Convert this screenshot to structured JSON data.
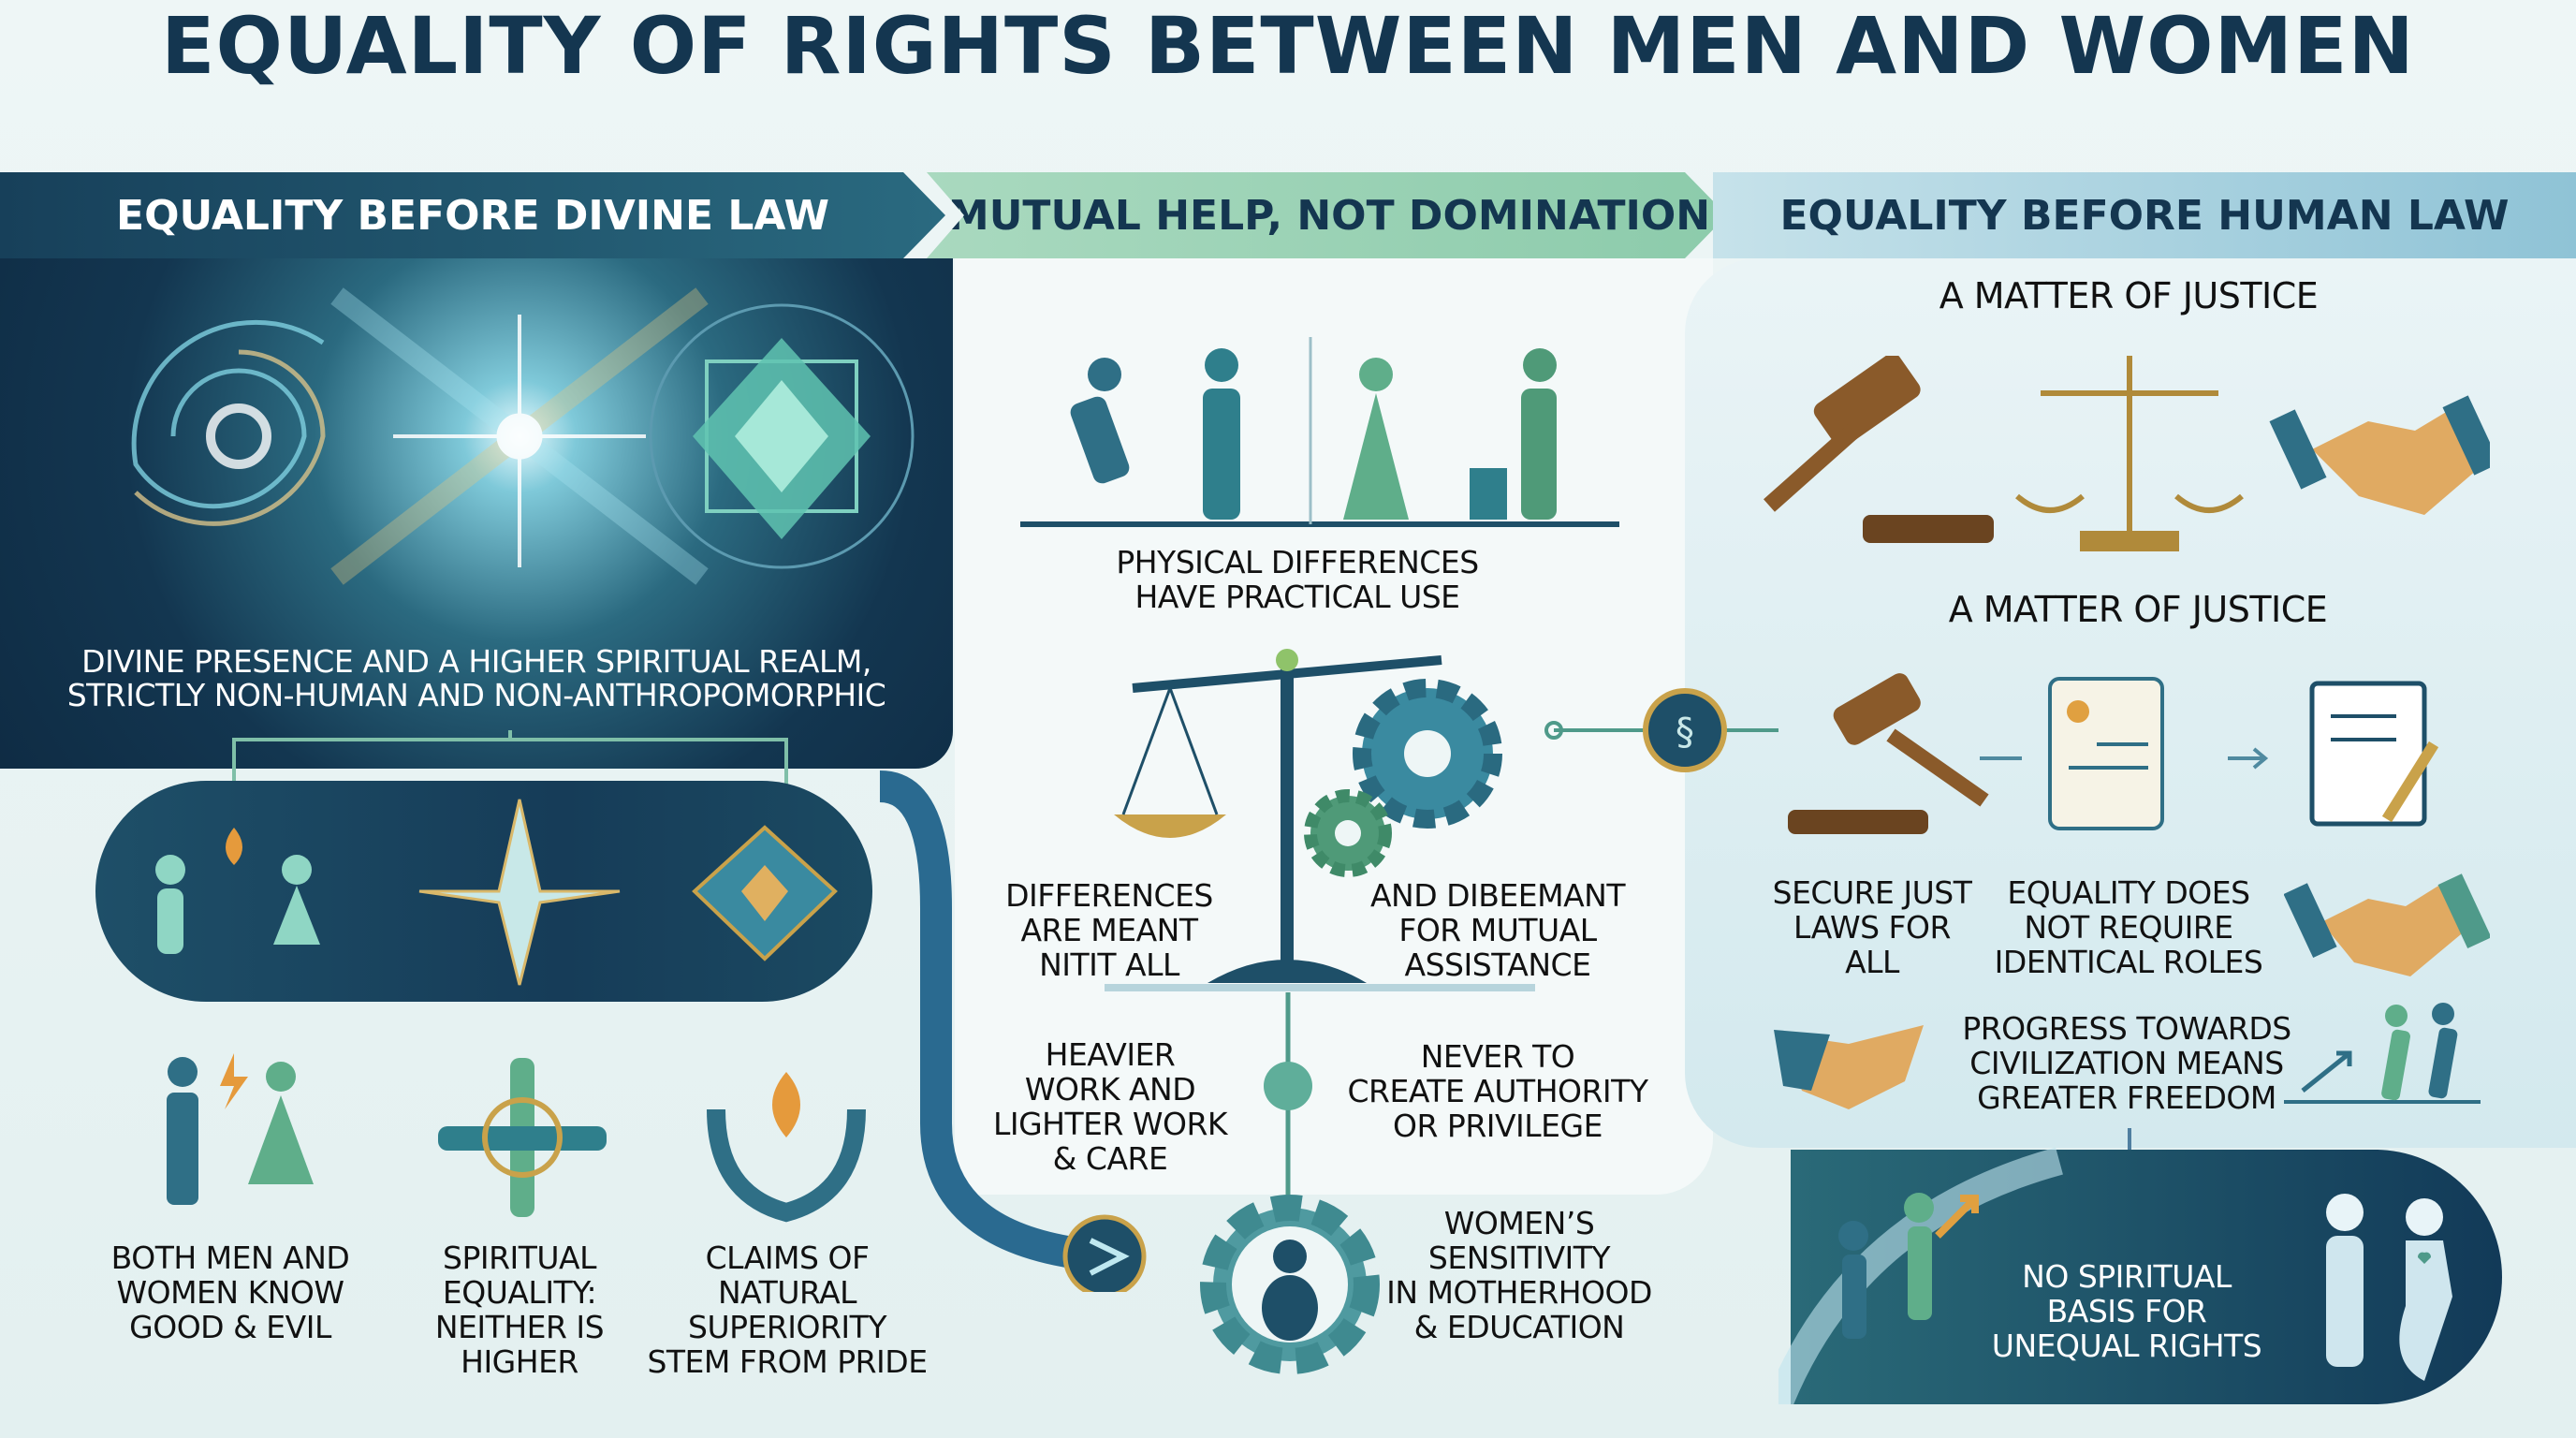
{
  "title": "EQUALITY OF RIGHTS BETWEEN MEN AND WOMEN",
  "sections": {
    "divine": {
      "header": "EQUALITY BEFORE DIVINE LAW",
      "caption": [
        "DIVINE PRESENCE AND A HIGHER SPIRITUAL REALM,",
        "STRICTLY NON-HUMAN AND NON-ANTHROPOMORPHIC"
      ],
      "items": [
        {
          "icon": "man-woman-icon",
          "lines": [
            "BOTH MEN AND",
            "WOMEN KNOW",
            "GOOD & EVIL"
          ]
        },
        {
          "icon": "spiritual-cross-icon",
          "lines": [
            "SPIRITUAL",
            "EQUALITY:",
            "NEITHER IS",
            "HIGHER"
          ]
        },
        {
          "icon": "flame-hands-icon",
          "lines": [
            "CLAIMS OF",
            "NATURAL",
            "SUPERIORITY",
            "STEM FROM PRIDE"
          ]
        }
      ]
    },
    "mutual": {
      "header": "MUTUAL HELP, NOT DOMINATION",
      "workers_caption": [
        "PHYSICAL DIFFERENCES",
        "HAVE PRACTICAL USE"
      ],
      "left_scale_text": [
        "DIFFERENCES",
        "ARE MEANT",
        "NITIT ALL"
      ],
      "right_scale_text": [
        "AND DIBEEMANT",
        "FOR MUTUAL",
        "ASSISTANCE"
      ],
      "heavier": [
        "HEAVIER",
        "WORK AND",
        "LIGHTER WORK",
        "& CARE"
      ],
      "never": [
        "NEVER TO",
        "CREATE AUTHORITY",
        "OR PRIVILEGE"
      ],
      "women": [
        "WOMEN’S",
        "SENSITIVITY",
        "IN MOTHERHOOD",
        "& EDUCATION"
      ]
    },
    "human": {
      "header": "EQUALITY BEFORE HUMAN LAW",
      "heading1": "A MATTER OF JUSTICE",
      "heading2": "A MATTER OF JUSTICE",
      "secure": [
        "SECURE JUST",
        "LAWS FOR",
        "ALL"
      ],
      "equality": [
        "EQUALITY DOES",
        "NOT REQUIRE",
        "IDENTICAL ROLES"
      ],
      "progress": [
        "PROGRESS TOWARDS",
        "CIVILIZATION MEANS",
        "GREATER FREEDOM"
      ],
      "no_basis": [
        "NO SPIRITUAL",
        "BASIS FOR",
        "UNEQUAL RIGHTS"
      ]
    }
  },
  "colors": {
    "navy": "#143650",
    "teal": "#2f7f8c",
    "green": "#5fae8a",
    "gold": "#c9a24a",
    "skin": "#e0aa62"
  }
}
